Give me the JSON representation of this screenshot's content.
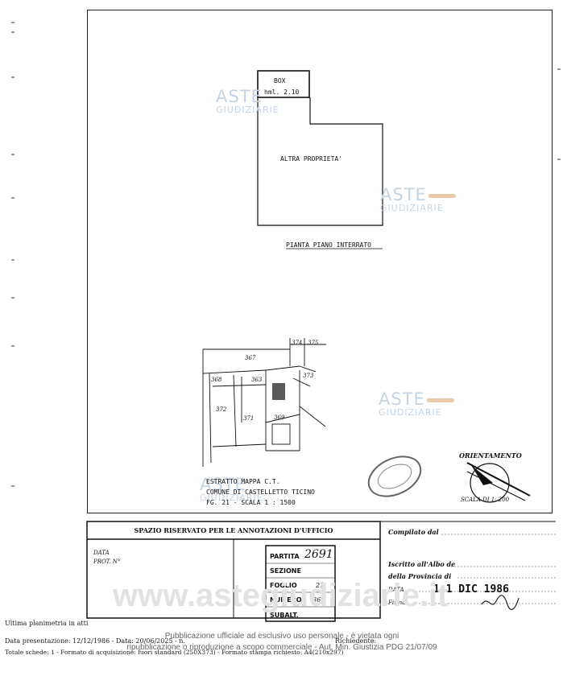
{
  "drawing": {
    "box_label": "BOX",
    "box_height": "hml. 2.10",
    "other_property": "ALTRA PROPRIETA'",
    "floor_plan_title": "PIANTA PIANO INTERRATO",
    "map_parcels": [
      "367",
      "374",
      "375",
      "368",
      "363",
      "373",
      "372",
      "371",
      "369"
    ],
    "map_caption_1": "ESTRATTO MAPPA C.T.",
    "map_caption_2": "COMUNE DI CASTELLETTO TICINO",
    "map_caption_3": "FG. 21 - SCALA 1 : 1500",
    "orientation_label": "ORIENTAMENTO",
    "scale_label": "SCALA DI 1: 200"
  },
  "watermark": {
    "brand_top": "ASTE",
    "brand_bottom": "GIUDIZIARIE",
    "url": "www.astegiudiziarie.it"
  },
  "office_box": {
    "heading": "SPAZIO RISERVATO PER LE ANNOTAZIONI D'UFFICIO",
    "data_label": "DATA",
    "prot_label": "PROT. N°",
    "partita_label": "PARTITA",
    "partita_value": "2691",
    "sezione_label": "SEZIONE",
    "foglio_label": "FOGLIO",
    "foglio_value": "21",
    "numero_label": "NUMERO",
    "numero_value": "367",
    "subalt_label": "SUBALT."
  },
  "right_box": {
    "compilato": "Compilato dal",
    "iscritto": "Iscritto all'Albo de",
    "provincia": "della Provincia di",
    "date_stamp": "1 1 DIC 1986",
    "data_label": "DATA",
    "firma_label": "Firma"
  },
  "footer": {
    "line1": "Ultima planimetria in atti",
    "line2": "Data presentazione: 12/12/1986 - Data: 20/06/2025 - n.",
    "line3": "Totale schede: 1 - Formato di acquisizione: fuori standard (250X373) - Formato stampa richiesto: A4(210x297)",
    "richiedente": "Richiedente:",
    "notice1": "Pubblicazione ufficiale ad esclusivo uso personale - è vietata ogni",
    "notice2": "ripubblicazione o riproduzione a scopo commerciale - Aut. Min. Giustizia PDG 21/07/09"
  }
}
